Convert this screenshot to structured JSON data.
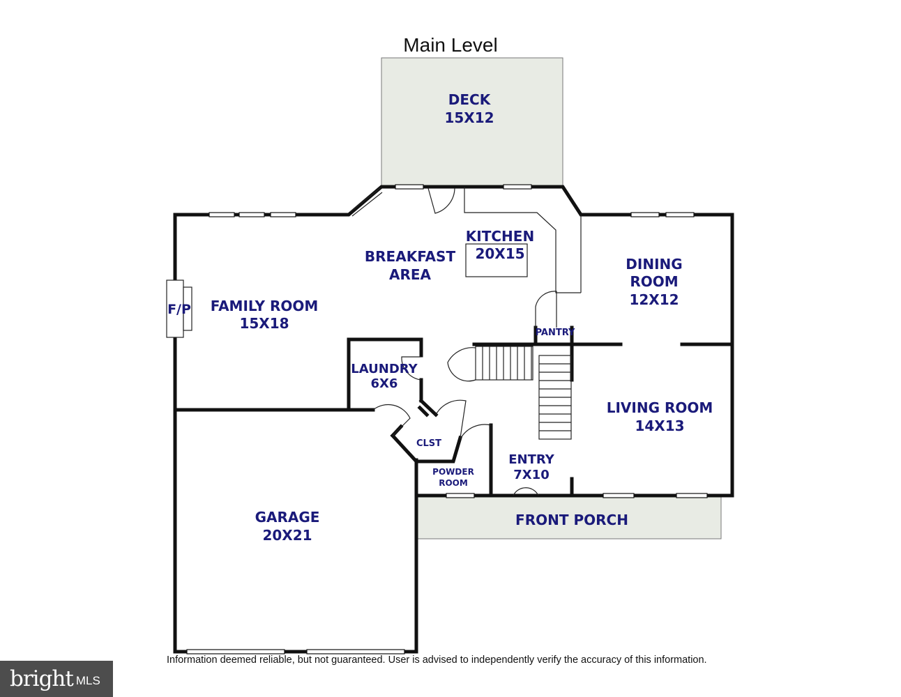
{
  "title": "Main Level",
  "disclaimer": "Information deemed reliable, but not guaranteed.  User is advised to independently verify the accuracy of this information.",
  "logo": {
    "brand": "bright",
    "suffix": "MLS"
  },
  "rooms": {
    "deck": {
      "name": "DECK",
      "dims": "15X12"
    },
    "kitchen": {
      "name": "KITCHEN",
      "dims": "20X15"
    },
    "breakfast": {
      "line1": "BREAKFAST",
      "line2": "AREA"
    },
    "dining": {
      "line1": "DINING",
      "line2": "ROOM",
      "dims": "12X12"
    },
    "fireplace": {
      "name": "F/P"
    },
    "family": {
      "name": "FAMILY ROOM",
      "dims": "15X18"
    },
    "pantry": {
      "name": "PANTRY"
    },
    "laundry": {
      "name": "LAUNDRY",
      "dims": "6X6"
    },
    "living": {
      "name": "LIVING ROOM",
      "dims": "14X13"
    },
    "closet": {
      "name": "CLST"
    },
    "powder": {
      "line1": "POWDER",
      "line2": "ROOM"
    },
    "entry": {
      "name": "ENTRY",
      "dims": "7X10"
    },
    "garage": {
      "name": "GARAGE",
      "dims": "20X21"
    },
    "porch": {
      "name": "FRONT PORCH"
    }
  },
  "colors": {
    "exterior_fill": "#e8ebe4",
    "label": "#1a1a7a",
    "wall": "#111111"
  }
}
